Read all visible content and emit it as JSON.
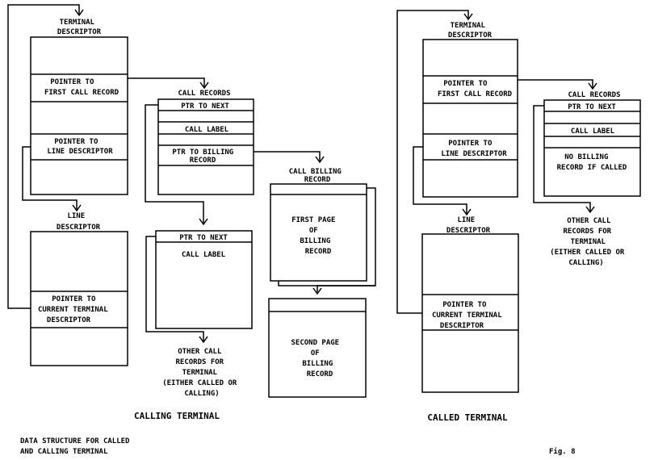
{
  "calling": {
    "terminal_descriptor": [
      "TERMINAL",
      "DESCRIPTOR"
    ],
    "ptr_first_call": [
      "POINTER TO",
      "FIRST CALL RECORD"
    ],
    "ptr_line_desc": [
      "POINTER TO",
      "LINE DESCRIPTOR"
    ],
    "line_descriptor": [
      "LINE",
      "DESCRIPTOR"
    ],
    "ptr_current_terminal": [
      "POINTER TO",
      "CURRENT TERMINAL",
      "DESCRIPTOR"
    ],
    "call_records": "CALL RECORDS",
    "ptr_to_next": "PTR TO NEXT",
    "call_label": "CALL LABEL",
    "ptr_to_billing": [
      "PTR TO BILLING",
      "RECORD"
    ],
    "ptr_to_next_2": "PTR TO NEXT",
    "call_label_2": "CALL LABEL",
    "call_billing_record": [
      "CALL BILLING",
      "RECORD"
    ],
    "first_page": [
      "FIRST PAGE",
      "OF",
      "BILLING",
      "RECORD"
    ],
    "second_page": [
      "SECOND PAGE",
      "OF",
      "BILLING",
      "RECORD"
    ],
    "other_call_records": [
      "OTHER CALL",
      "RECORDS FOR",
      "TERMINAL",
      "(EITHER CALLED OR",
      "CALLING)"
    ],
    "caption": "CALLING TERMINAL"
  },
  "called": {
    "terminal_descriptor": [
      "TERMINAL",
      "DESCRIPTOR"
    ],
    "ptr_first_call": [
      "POINTER TO",
      "FIRST CALL RECORD"
    ],
    "ptr_line_desc": [
      "POINTER TO",
      "LINE DESCRIPTOR"
    ],
    "line_descriptor": [
      "LINE",
      "DESCRIPTOR"
    ],
    "ptr_current_terminal": [
      "POINTER TO",
      "CURRENT TERMINAL",
      "DESCRIPTOR"
    ],
    "call_records": "CALL RECORDS",
    "ptr_to_next": "PTR TO NEXT",
    "call_label": "CALL LABEL",
    "no_billing": [
      "NO BILLING",
      "RECORD IF CALLED"
    ],
    "other_call_records": [
      "OTHER CALL",
      "RECORDS FOR",
      "TERMINAL",
      "(EITHER CALLED OR",
      "CALLING)"
    ],
    "caption": "CALLED TERMINAL"
  },
  "footer": {
    "description": [
      "DATA STRUCTURE FOR CALLED",
      "AND CALLING TERMINAL"
    ],
    "figure": "Fig. 8"
  }
}
